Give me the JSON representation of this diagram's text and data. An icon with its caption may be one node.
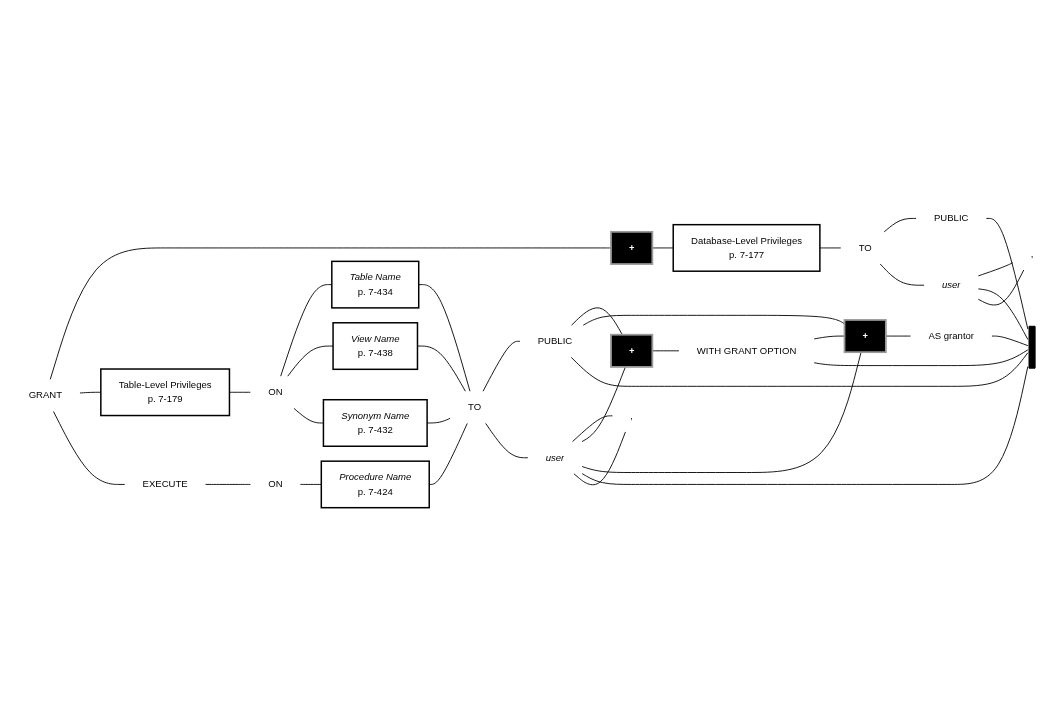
{
  "diagram": {
    "nodes": [
      {
        "text": [
          "GRANT"
        ]
      },
      {
        "text": [
          "+"
        ]
      },
      {
        "text": [
          "Database-Level Privileges",
          "p. 7-177"
        ]
      },
      {
        "text": [
          "TO"
        ]
      },
      {
        "text": [
          "PUBLIC"
        ]
      },
      {
        "text": [
          ","
        ]
      },
      {
        "text": [
          "user"
        ]
      },
      {
        "text": [],
        "shape": "bar"
      },
      {
        "text": [
          "Table-Level Privileges",
          "p. 7-179"
        ]
      },
      {
        "text": [
          "ON"
        ]
      },
      {
        "text": [
          "Table Name",
          "p. 7-434"
        ]
      },
      {
        "text": [
          "View Name",
          "p. 7-438"
        ]
      },
      {
        "text": [
          "Synonym Name",
          "p. 7-432"
        ]
      },
      {
        "text": [
          "TO"
        ]
      },
      {
        "text": [
          "PUBLIC"
        ]
      },
      {
        "text": [
          ","
        ]
      },
      {
        "text": [
          "user"
        ]
      },
      {
        "text": [
          "EXECUTE"
        ]
      },
      {
        "text": [
          "ON"
        ]
      },
      {
        "text": [
          "Procedure Name",
          "p. 7-424"
        ]
      },
      {
        "text": [
          "+"
        ]
      },
      {
        "text": [
          "WITH GRANT OPTION"
        ]
      },
      {
        "text": [
          "+"
        ]
      },
      {
        "text": [
          "AS grantor"
        ]
      }
    ],
    "edges": [
      {
        "from": 0,
        "to": 1,
        "arrow": "none"
      },
      {
        "from": 1,
        "to": 2,
        "arrow": "none"
      },
      {
        "from": 2,
        "to": 3,
        "arrow": "none"
      },
      {
        "from": 3,
        "to": 4,
        "arrow": "none"
      },
      {
        "from": 3,
        "to": 6,
        "arrow": "none"
      },
      {
        "from": 6,
        "to": 5,
        "arrow": "none"
      },
      {
        "from": 5,
        "to": 6,
        "arrow": "none"
      },
      {
        "from": 4,
        "to": 7,
        "arrow": "none"
      },
      {
        "from": 6,
        "to": 7,
        "arrow": "none"
      },
      {
        "from": 0,
        "to": 8,
        "arrow": "none"
      },
      {
        "from": 8,
        "to": 9,
        "arrow": "none"
      },
      {
        "from": 9,
        "to": 10,
        "arrow": "none"
      },
      {
        "from": 9,
        "to": 11,
        "arrow": "none"
      },
      {
        "from": 9,
        "to": 12,
        "arrow": "none"
      },
      {
        "from": 10,
        "to": 13,
        "arrow": "none"
      },
      {
        "from": 11,
        "to": 13,
        "arrow": "none"
      },
      {
        "from": 12,
        "to": 13,
        "arrow": "none"
      },
      {
        "from": 0,
        "to": 17,
        "arrow": "none"
      },
      {
        "from": 17,
        "to": 18,
        "arrow": "none"
      },
      {
        "from": 18,
        "to": 19,
        "arrow": "none"
      },
      {
        "from": 19,
        "to": 13,
        "arrow": "none"
      },
      {
        "from": 13,
        "to": 14,
        "arrow": "none"
      },
      {
        "from": 13,
        "to": 16,
        "arrow": "none"
      },
      {
        "from": 16,
        "to": 15,
        "arrow": "none"
      },
      {
        "from": 15,
        "to": 16,
        "arrow": "none"
      },
      {
        "from": 14,
        "to": 20,
        "arrow": "none"
      },
      {
        "from": 16,
        "to": 20,
        "arrow": "none"
      },
      {
        "from": 14,
        "to": 22,
        "arrow": "none"
      },
      {
        "from": 16,
        "to": 22,
        "arrow": "none"
      },
      {
        "from": 14,
        "to": 7,
        "arrow": "none"
      },
      {
        "from": 16,
        "to": 7,
        "arrow": "none"
      },
      {
        "from": 20,
        "to": 21,
        "arrow": "none"
      },
      {
        "from": 21,
        "to": 22,
        "arrow": "none"
      },
      {
        "from": 21,
        "to": 7,
        "arrow": "none"
      },
      {
        "from": 22,
        "to": 23,
        "arrow": "none"
      },
      {
        "from": 23,
        "to": 7,
        "arrow": "none"
      }
    ]
  }
}
